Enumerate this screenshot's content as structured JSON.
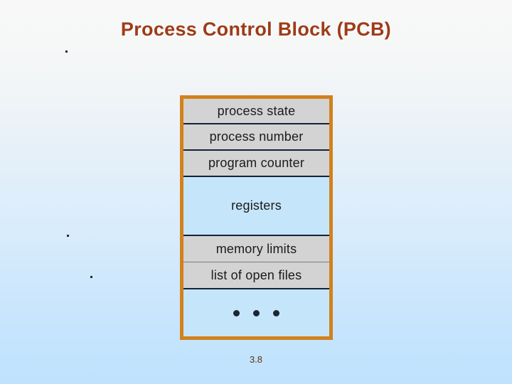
{
  "slide": {
    "title": "Process Control Block (PCB)",
    "page_number": "3.8",
    "title_color": "#9e3b18",
    "background_top_color": "#f8f8f8",
    "background_bottom_color": "#bfe2fd"
  },
  "diagram": {
    "name": "process-control-block",
    "border_color": "#d2811c",
    "gray_row_color": "#d3d3d3",
    "blue_row_color": "#c5e6fa",
    "rows": [
      {
        "label": "process state",
        "fill": "gray"
      },
      {
        "label": "process number",
        "fill": "gray"
      },
      {
        "label": "program counter",
        "fill": "gray"
      },
      {
        "label": "registers",
        "fill": "blue"
      },
      {
        "label": "memory limits",
        "fill": "gray"
      },
      {
        "label": "list of open files",
        "fill": "gray"
      },
      {
        "label": "• • •",
        "fill": "blue"
      }
    ]
  }
}
